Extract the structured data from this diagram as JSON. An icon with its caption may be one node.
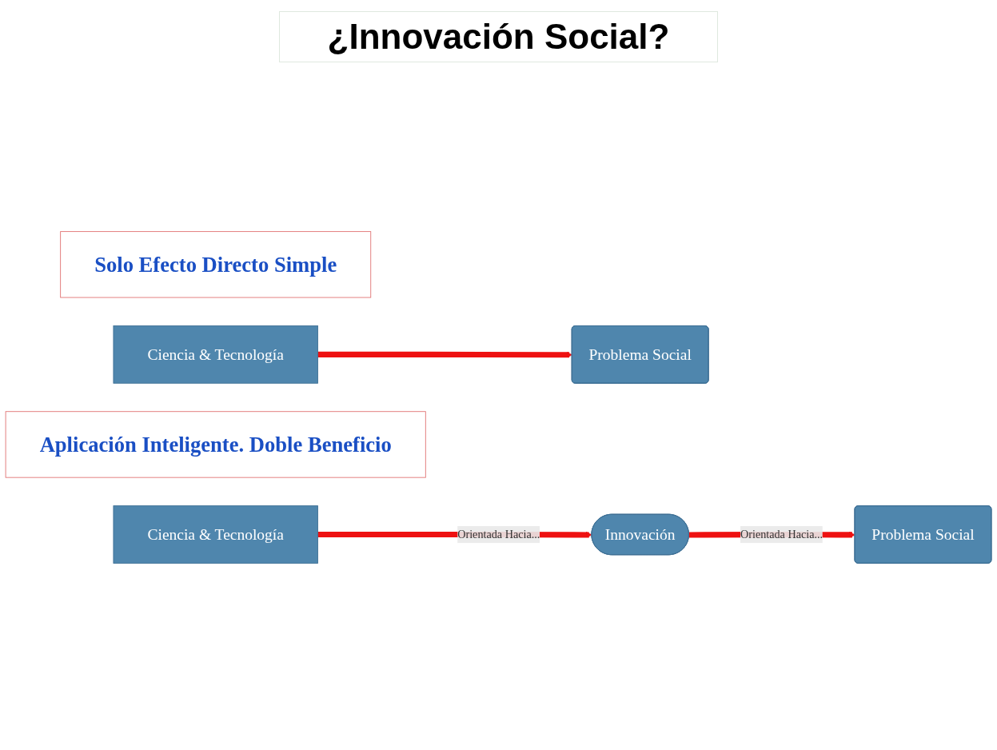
{
  "diagram": {
    "title": "¿Innovación Social?",
    "nodes": [
      {
        "text": [
          "Solo Efecto Directo Simple"
        ]
      },
      {
        "text": [
          "Ciencia & Tecnología"
        ]
      },
      {
        "text": [
          "Problema Social"
        ]
      },
      {
        "text": [
          "Aplicación Inteligente. Doble Beneficio"
        ]
      },
      {
        "text": [
          "Ciencia & Tecnología"
        ]
      },
      {
        "text": [
          "Innovación"
        ]
      },
      {
        "text": [
          "Problema Social"
        ]
      }
    ],
    "edges": [
      {
        "from": 1,
        "to": 2,
        "arrow": "to"
      },
      {
        "from": 4,
        "to": 5,
        "arrow": "to",
        "label": "Orientada Hacia..."
      },
      {
        "from": 5,
        "to": 6,
        "arrow": "to",
        "label": "Orientada Hacia..."
      }
    ]
  }
}
